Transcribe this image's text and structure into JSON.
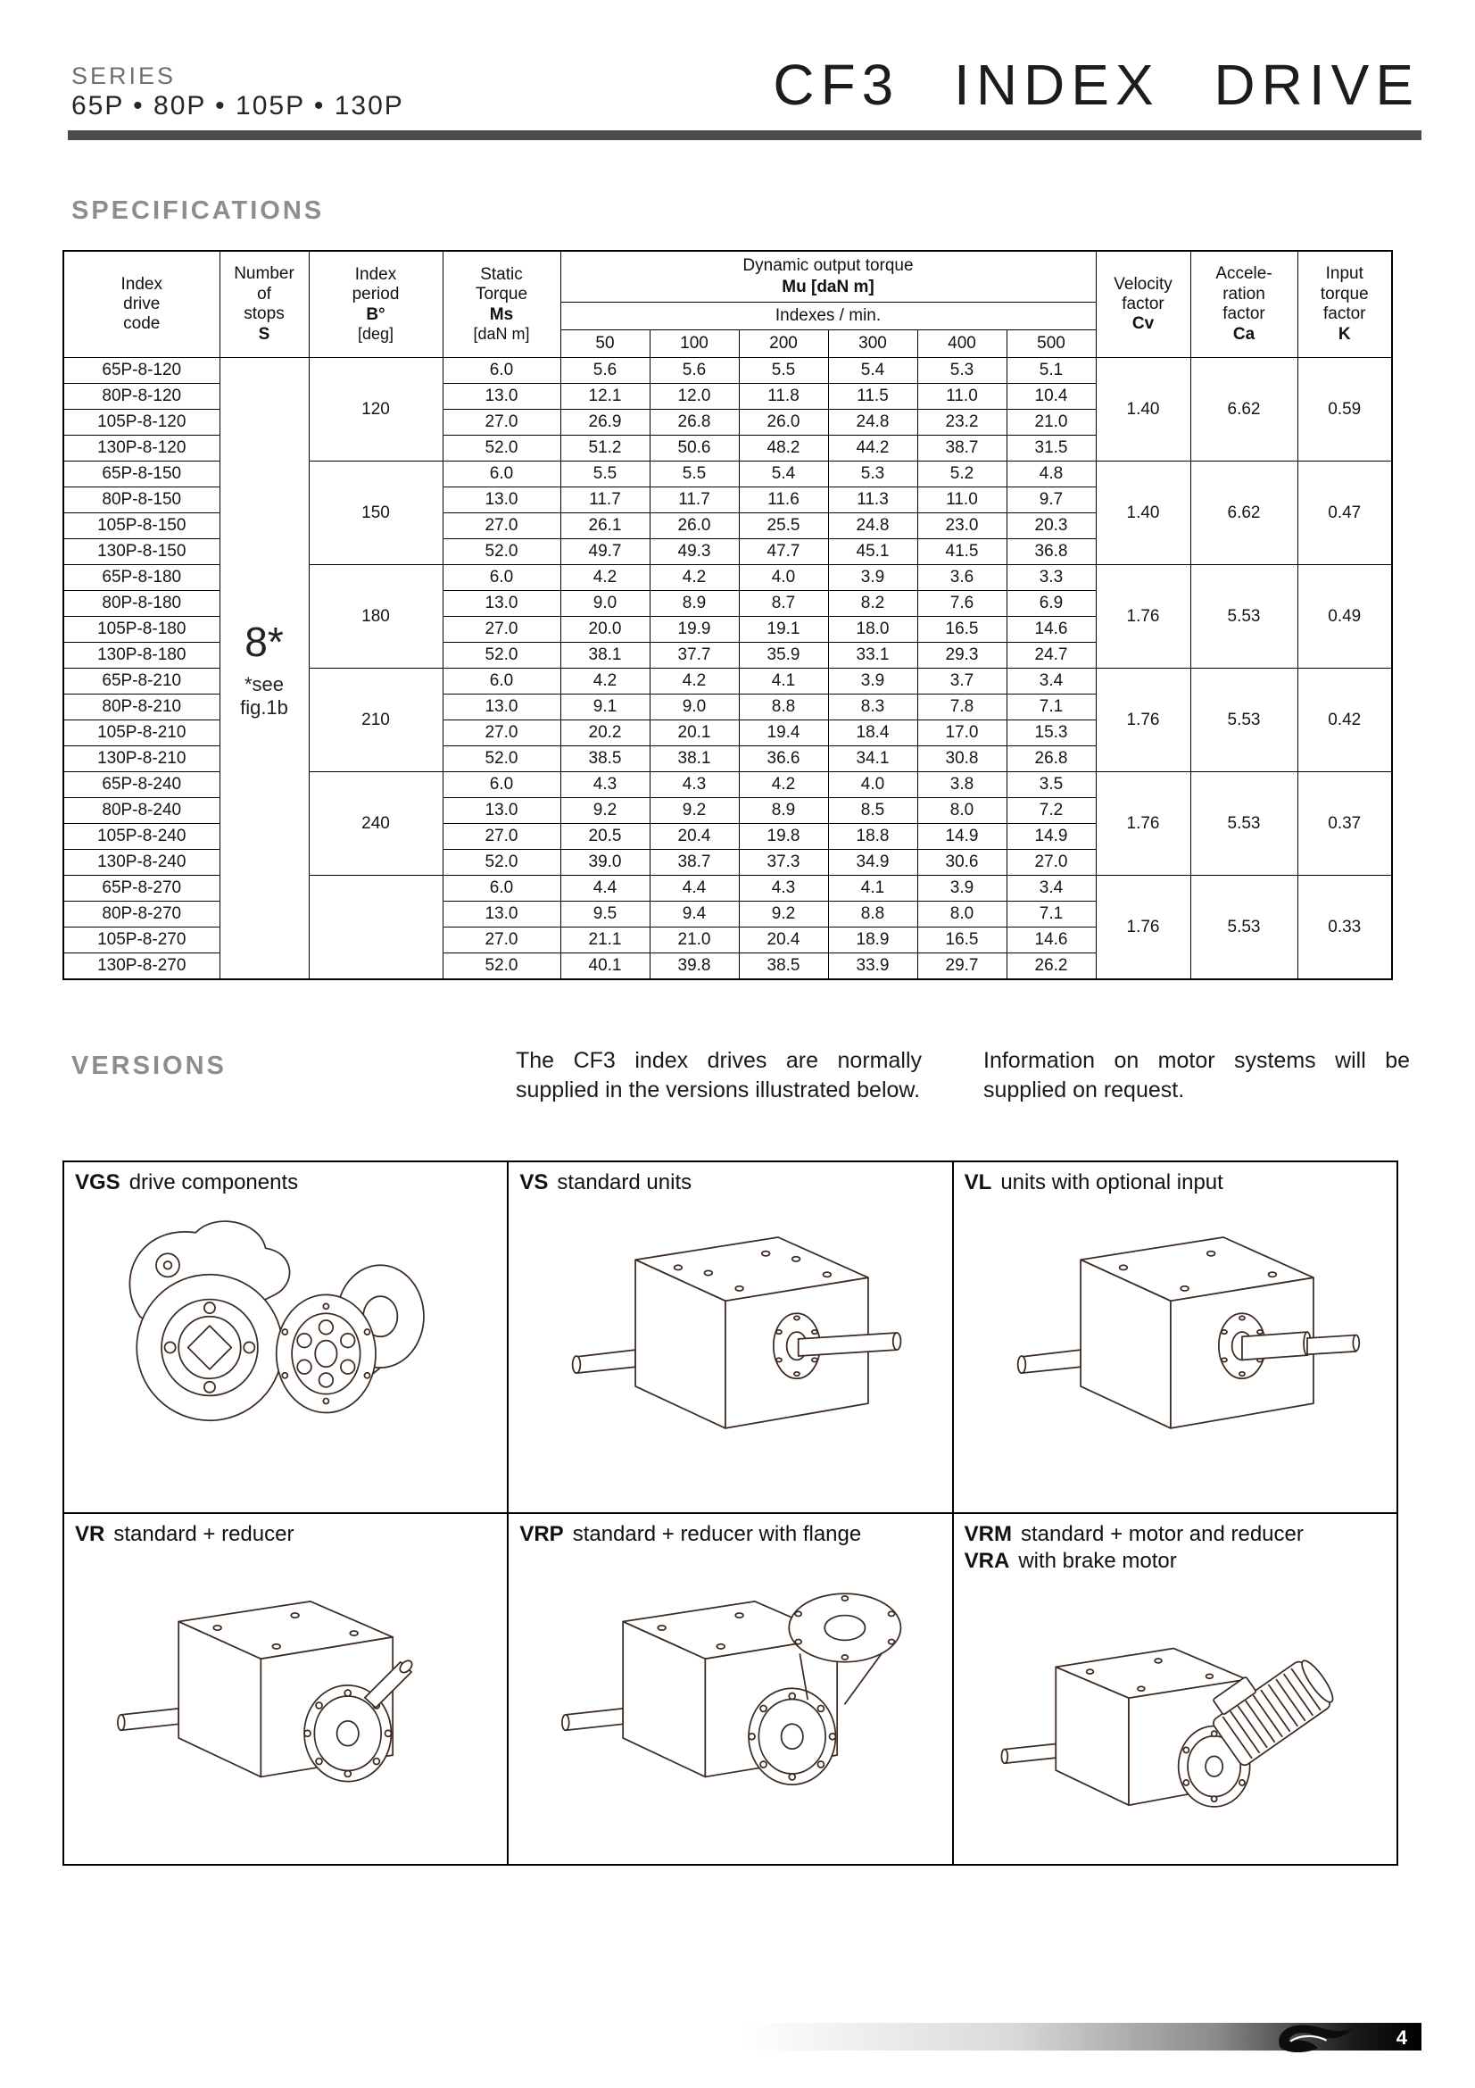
{
  "header": {
    "series_label": "SERIES",
    "series_models": "65P • 80P • 105P • 130P",
    "title": "CF3 INDEX DRIVE"
  },
  "specifications": {
    "heading": "SPECIFICATIONS"
  },
  "spec_table": {
    "header": {
      "code": "Index\ndrive\ncode",
      "stops_top": "Number\nof\nstops",
      "stops_sym": "S",
      "period_top": "Index\nperiod",
      "period_sym": "B°",
      "period_unit": "[deg]",
      "static_top": "Static\nTorque",
      "static_sym": "Ms",
      "static_unit": "[daN m]",
      "dyn_title": "Dynamic output torque",
      "dyn_sym": "Mu [daN m]",
      "dyn_sub": "Indexes / min.",
      "cols": [
        "50",
        "100",
        "200",
        "300",
        "400",
        "500"
      ],
      "velocity_top": "Velocity\nfactor",
      "velocity_sym": "Cv",
      "accel_top": "Accele-\nration\nfactor",
      "accel_sym": "Ca",
      "input_top": "Input\ntorque\nfactor",
      "input_sym": "K"
    },
    "stops_value": "8*",
    "stops_note": "*see\nfig.1b",
    "groups": [
      {
        "period": "120",
        "cv": "1.40",
        "ca": "6.62",
        "k": "0.59",
        "rows": [
          {
            "code": "65P-8-120",
            "ms": "6.0",
            "mu": [
              "5.6",
              "5.6",
              "5.5",
              "5.4",
              "5.3",
              "5.1"
            ]
          },
          {
            "code": "80P-8-120",
            "ms": "13.0",
            "mu": [
              "12.1",
              "12.0",
              "11.8",
              "11.5",
              "11.0",
              "10.4"
            ]
          },
          {
            "code": "105P-8-120",
            "ms": "27.0",
            "mu": [
              "26.9",
              "26.8",
              "26.0",
              "24.8",
              "23.2",
              "21.0"
            ]
          },
          {
            "code": "130P-8-120",
            "ms": "52.0",
            "mu": [
              "51.2",
              "50.6",
              "48.2",
              "44.2",
              "38.7",
              "31.5"
            ]
          }
        ]
      },
      {
        "period": "150",
        "cv": "1.40",
        "ca": "6.62",
        "k": "0.47",
        "rows": [
          {
            "code": "65P-8-150",
            "ms": "6.0",
            "mu": [
              "5.5",
              "5.5",
              "5.4",
              "5.3",
              "5.2",
              "4.8"
            ]
          },
          {
            "code": "80P-8-150",
            "ms": "13.0",
            "mu": [
              "11.7",
              "11.7",
              "11.6",
              "11.3",
              "11.0",
              "9.7"
            ]
          },
          {
            "code": "105P-8-150",
            "ms": "27.0",
            "mu": [
              "26.1",
              "26.0",
              "25.5",
              "24.8",
              "23.0",
              "20.3"
            ]
          },
          {
            "code": "130P-8-150",
            "ms": "52.0",
            "mu": [
              "49.7",
              "49.3",
              "47.7",
              "45.1",
              "41.5",
              "36.8"
            ]
          }
        ]
      },
      {
        "period": "180",
        "cv": "1.76",
        "ca": "5.53",
        "k": "0.49",
        "rows": [
          {
            "code": "65P-8-180",
            "ms": "6.0",
            "mu": [
              "4.2",
              "4.2",
              "4.0",
              "3.9",
              "3.6",
              "3.3"
            ]
          },
          {
            "code": "80P-8-180",
            "ms": "13.0",
            "mu": [
              "9.0",
              "8.9",
              "8.7",
              "8.2",
              "7.6",
              "6.9"
            ]
          },
          {
            "code": "105P-8-180",
            "ms": "27.0",
            "mu": [
              "20.0",
              "19.9",
              "19.1",
              "18.0",
              "16.5",
              "14.6"
            ]
          },
          {
            "code": "130P-8-180",
            "ms": "52.0",
            "mu": [
              "38.1",
              "37.7",
              "35.9",
              "33.1",
              "29.3",
              "24.7"
            ]
          }
        ]
      },
      {
        "period": "210",
        "cv": "1.76",
        "ca": "5.53",
        "k": "0.42",
        "rows": [
          {
            "code": "65P-8-210",
            "ms": "6.0",
            "mu": [
              "4.2",
              "4.2",
              "4.1",
              "3.9",
              "3.7",
              "3.4"
            ]
          },
          {
            "code": "80P-8-210",
            "ms": "13.0",
            "mu": [
              "9.1",
              "9.0",
              "8.8",
              "8.3",
              "7.8",
              "7.1"
            ]
          },
          {
            "code": "105P-8-210",
            "ms": "27.0",
            "mu": [
              "20.2",
              "20.1",
              "19.4",
              "18.4",
              "17.0",
              "15.3"
            ]
          },
          {
            "code": "130P-8-210",
            "ms": "52.0",
            "mu": [
              "38.5",
              "38.1",
              "36.6",
              "34.1",
              "30.8",
              "26.8"
            ]
          }
        ]
      },
      {
        "period": "240",
        "cv": "1.76",
        "ca": "5.53",
        "k": "0.37",
        "rows": [
          {
            "code": "65P-8-240",
            "ms": "6.0",
            "mu": [
              "4.3",
              "4.3",
              "4.2",
              "4.0",
              "3.8",
              "3.5"
            ]
          },
          {
            "code": "80P-8-240",
            "ms": "13.0",
            "mu": [
              "9.2",
              "9.2",
              "8.9",
              "8.5",
              "8.0",
              "7.2"
            ]
          },
          {
            "code": "105P-8-240",
            "ms": "27.0",
            "mu": [
              "20.5",
              "20.4",
              "19.8",
              "18.8",
              "14.9",
              "14.9"
            ]
          },
          {
            "code": "130P-8-240",
            "ms": "52.0",
            "mu": [
              "39.0",
              "38.7",
              "37.3",
              "34.9",
              "30.6",
              "27.0"
            ]
          }
        ]
      },
      {
        "period": "",
        "cv": "1.76",
        "ca": "5.53",
        "k": "0.33",
        "rows": [
          {
            "code": "65P-8-270",
            "ms": "6.0",
            "mu": [
              "4.4",
              "4.4",
              "4.3",
              "4.1",
              "3.9",
              "3.4"
            ]
          },
          {
            "code": "80P-8-270",
            "ms": "13.0",
            "mu": [
              "9.5",
              "9.4",
              "9.2",
              "8.8",
              "8.0",
              "7.1"
            ]
          },
          {
            "code": "105P-8-270",
            "ms": "27.0",
            "mu": [
              "21.1",
              "21.0",
              "20.4",
              "18.9",
              "16.5",
              "14.6"
            ]
          },
          {
            "code": "130P-8-270",
            "ms": "52.0",
            "mu": [
              "40.1",
              "39.8",
              "38.5",
              "33.9",
              "29.7",
              "26.2"
            ]
          }
        ]
      }
    ]
  },
  "versions": {
    "heading": "VERSIONS",
    "intro": "The CF3 index drives are normally supplied in the versions illustrated below.",
    "note": "Information on motor systems will be supplied on request.",
    "panels": [
      {
        "code": "VGS",
        "label": "drive components"
      },
      {
        "code": "VS",
        "label": "standard units"
      },
      {
        "code": "VL",
        "label": "units with optional input"
      },
      {
        "code": "VR",
        "label": "standard + reducer"
      },
      {
        "code": "VRP",
        "label": "standard + reducer with flange"
      },
      {
        "code": "VRM",
        "label": "standard + motor and reducer",
        "code2": "VRA",
        "label2": "with brake motor"
      }
    ]
  },
  "footer": {
    "page_number": "4"
  }
}
